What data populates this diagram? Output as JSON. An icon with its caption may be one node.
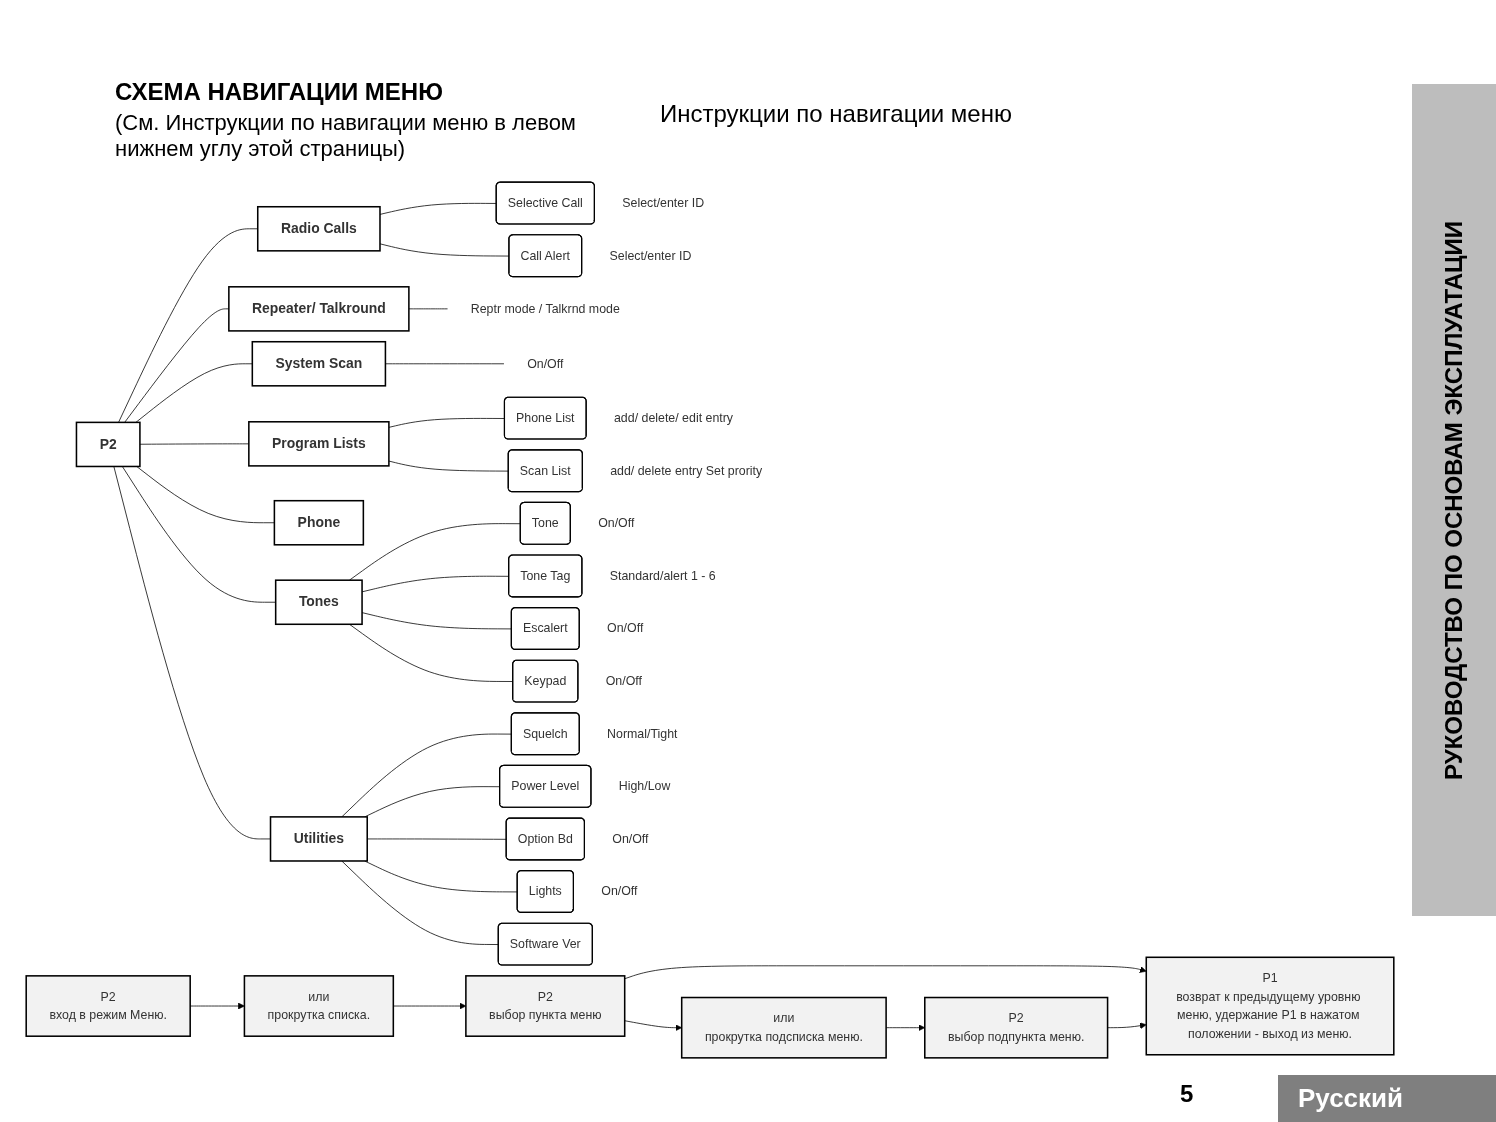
{
  "diagram": {
    "title": "СХЕМА НАВИГАЦИИ МЕНЮ",
    "nodes": [
      {
        "text": [
          "P2"
        ]
      },
      {
        "text": [
          "Radio Calls"
        ]
      },
      {
        "text": [
          "Repeater/ Talkround"
        ]
      },
      {
        "text": [
          "System Scan"
        ]
      },
      {
        "text": [
          "Program Lists"
        ]
      },
      {
        "text": [
          "Phone"
        ]
      },
      {
        "text": [
          "Tones"
        ]
      },
      {
        "text": [
          "Utilities"
        ]
      },
      {
        "text": [
          "Selective Call"
        ],
        "beside": [
          "Select/enter ID"
        ]
      },
      {
        "text": [
          "Call Alert"
        ],
        "beside": [
          "Select/enter ID"
        ]
      },
      {
        "text": [
          "Reptr mode / Talkrnd mode"
        ]
      },
      {
        "text": [
          "On/Off"
        ]
      },
      {
        "text": [
          "Phone List"
        ],
        "beside": [
          "add/ delete/ edit entry"
        ]
      },
      {
        "text": [
          "Scan List"
        ],
        "beside": [
          "add/ delete entry Set prority"
        ]
      },
      {
        "text": [
          "Tone"
        ],
        "beside": [
          "On/Off"
        ]
      },
      {
        "text": [
          "Tone Tag"
        ],
        "beside": [
          "Standard/alert 1 - 6"
        ]
      },
      {
        "text": [
          "Escalert"
        ],
        "beside": [
          "On/Off"
        ]
      },
      {
        "text": [
          "Keypad"
        ],
        "beside": [
          "On/Off"
        ]
      },
      {
        "text": [
          "Squelch"
        ],
        "beside": [
          "Normal/Tight"
        ]
      },
      {
        "text": [
          "Power Level"
        ],
        "beside": [
          "High/Low"
        ]
      },
      {
        "text": [
          "Option Bd"
        ],
        "beside": [
          "On/Off"
        ]
      },
      {
        "text": [
          "Lights"
        ],
        "beside": [
          "On/Off"
        ]
      },
      {
        "text": [
          "Software Ver"
        ]
      },
      {
        "text": [
          "P2",
          "вход в режим Меню."
        ]
      },
      {
        "text": [
          "или",
          "прокрутка списка."
        ]
      },
      {
        "text": [
          "P2",
          "выбор пункта меню"
        ]
      },
      {
        "text": [
          "P1",
          "возврат к предыдущему уровню меню, удержание P1 в нажатом положении - выход из меню."
        ]
      },
      {
        "text": [
          "или",
          "прокрутка подсписка меню."
        ]
      },
      {
        "text": [
          "P2",
          "выбор подпункта меню."
        ]
      }
    ],
    "edges": [
      {
        "from": 0,
        "to": 1,
        "arrow": "none"
      },
      {
        "from": 0,
        "to": 2,
        "arrow": "none"
      },
      {
        "from": 0,
        "to": 3,
        "arrow": "none"
      },
      {
        "from": 0,
        "to": 4,
        "arrow": "none"
      },
      {
        "from": 0,
        "to": 5,
        "arrow": "none"
      },
      {
        "from": 0,
        "to": 6,
        "arrow": "none"
      },
      {
        "from": 0,
        "to": 7,
        "arrow": "none"
      },
      {
        "from": 1,
        "to": 8,
        "arrow": "none"
      },
      {
        "from": 1,
        "to": 9,
        "arrow": "none"
      },
      {
        "from": 2,
        "to": 10,
        "arrow": "none"
      },
      {
        "from": 3,
        "to": 11,
        "arrow": "none"
      },
      {
        "from": 4,
        "to": 12,
        "arrow": "none"
      },
      {
        "from": 4,
        "to": 13,
        "arrow": "none"
      },
      {
        "from": 6,
        "to": 14,
        "arrow": "none"
      },
      {
        "from": 6,
        "to": 15,
        "arrow": "none"
      },
      {
        "from": 6,
        "to": 16,
        "arrow": "none"
      },
      {
        "from": 6,
        "to": 17,
        "arrow": "none"
      },
      {
        "from": 7,
        "to": 18,
        "arrow": "none"
      },
      {
        "from": 7,
        "to": 19,
        "arrow": "none"
      },
      {
        "from": 7,
        "to": 20,
        "arrow": "none"
      },
      {
        "from": 7,
        "to": 21,
        "arrow": "none"
      },
      {
        "from": 7,
        "to": 22,
        "arrow": "none"
      },
      {
        "from": 23,
        "to": 24,
        "arrow": "to"
      },
      {
        "from": 24,
        "to": 25,
        "arrow": "to"
      },
      {
        "from": 25,
        "to": 26,
        "arrow": "to"
      },
      {
        "from": 25,
        "to": 27,
        "arrow": "to"
      },
      {
        "from": 27,
        "to": 28,
        "arrow": "to"
      },
      {
        "from": 28,
        "to": 26,
        "arrow": "to"
      }
    ],
    "labels": [
      "(См. Инструкции по навигации меню в левом нижнем углу этой страницы)",
      "Инструкции по навигации меню",
      "РУКОВОДСТВО ПО ОСНОВАМ ЭКСПЛУАТАЦИИ",
      "5",
      "Русский"
    ]
  }
}
